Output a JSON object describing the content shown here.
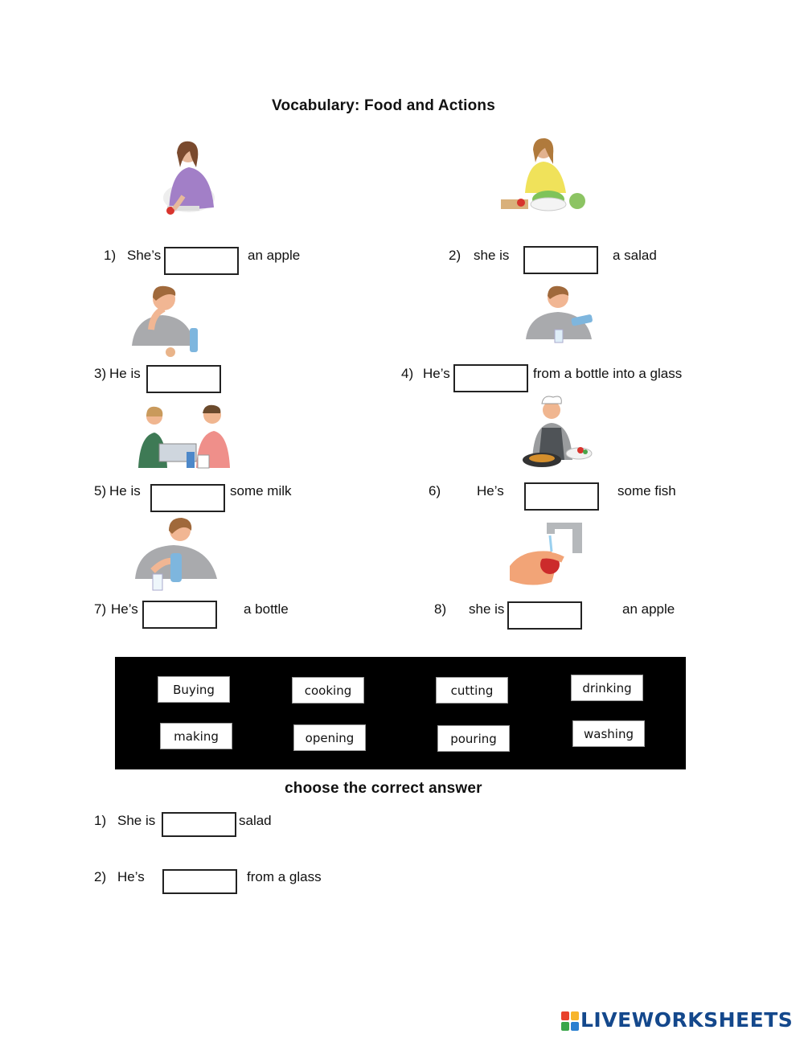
{
  "title": "Vocabulary: Food and Actions",
  "items": [
    {
      "num": "1)",
      "before": "She’s",
      "after": "an apple"
    },
    {
      "num": "2)",
      "before": "she is",
      "after": "a salad"
    },
    {
      "num": "3)",
      "before": "He is",
      "after": ""
    },
    {
      "num": "4)",
      "before": "He’s",
      "after": "from a bottle into a glass"
    },
    {
      "num": "5)",
      "before": "He is",
      "after": "some milk"
    },
    {
      "num": "6)",
      "before": "He’s",
      "after": "some fish"
    },
    {
      "num": "7)",
      "before": "He’s",
      "after": "a bottle"
    },
    {
      "num": "8)",
      "before": "she is",
      "after": "an apple"
    }
  ],
  "word_bank": [
    "Buying",
    "cooking",
    "cutting",
    "drinking",
    "making",
    "opening",
    "pouring",
    "washing"
  ],
  "section2_title": "choose the correct answer",
  "questions": [
    {
      "num": "1)",
      "before": "She is",
      "after": "salad"
    },
    {
      "num": "2)",
      "before": "He’s",
      "after": "from a glass"
    }
  ],
  "logo": {
    "text": "LIVEWORKSHEETS",
    "tile_colors": [
      "#e8412c",
      "#f7b52c",
      "#3aa64a",
      "#2a7fd0"
    ]
  }
}
